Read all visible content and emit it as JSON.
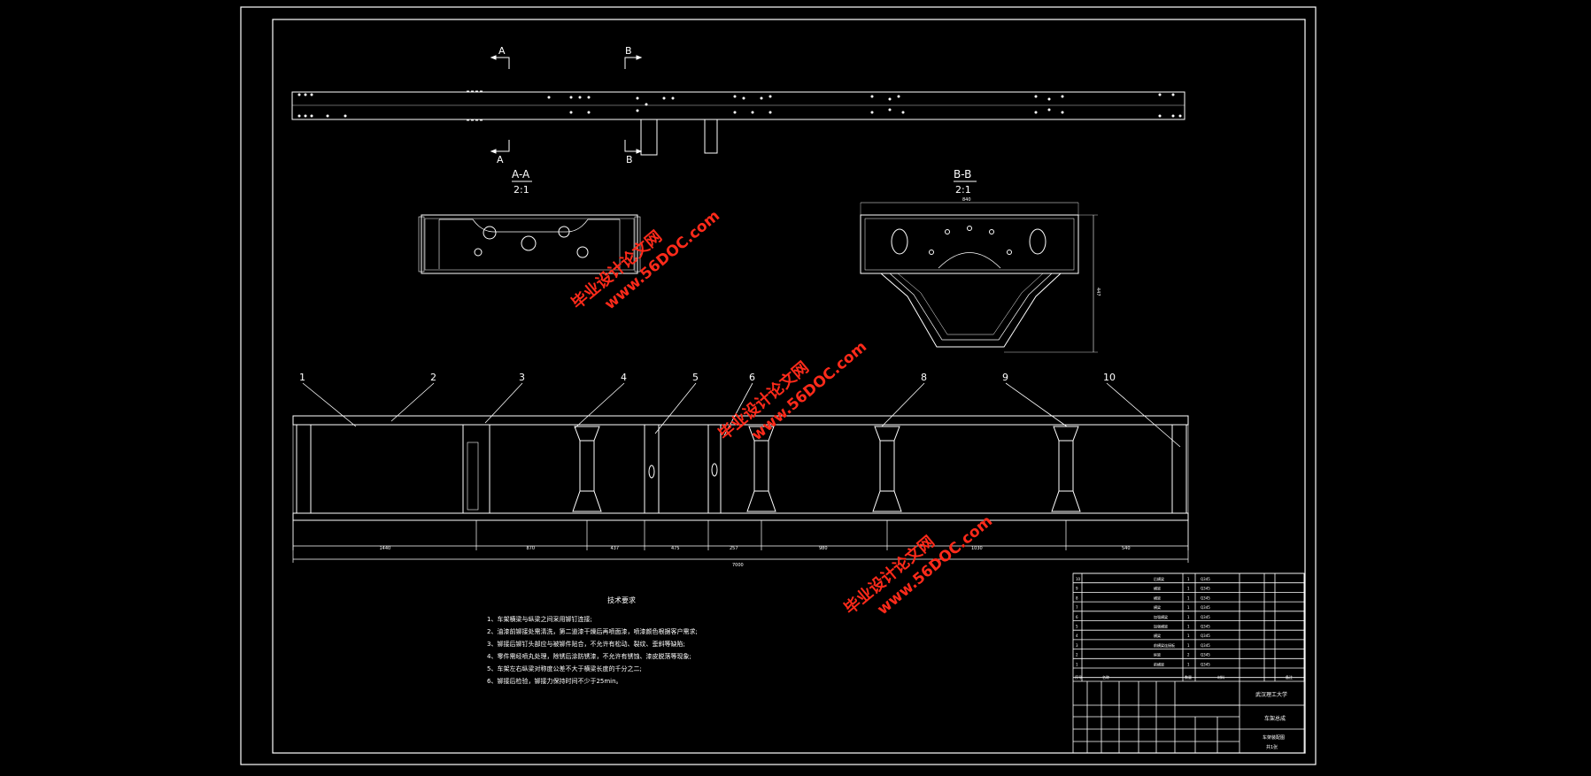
{
  "section_markers": {
    "a": "A",
    "b": "B"
  },
  "views": {
    "aa_title": "A-A",
    "aa_scale": "2:1",
    "bb_title": "B-B",
    "bb_scale": "2:1",
    "bb_width_dim": "840",
    "bb_height_dim": "447"
  },
  "balloons": [
    "1",
    "2",
    "3",
    "4",
    "5",
    "6",
    "8",
    "9",
    "10"
  ],
  "dimensions": {
    "segments": [
      "1440",
      "870",
      "437",
      "475",
      "257",
      "980",
      "1030",
      "540"
    ],
    "overall": "7000"
  },
  "technical_requirements": {
    "title": "技术要求",
    "items": [
      "1、车架横梁与纵梁之间采用铆钉连接;",
      "2、油漆前铆接处需清洗，第二道漆干燥后再喷面漆，喷漆颜色根据客户需求;",
      "3、铆接后铆钉头部应与被铆件贴合，不允许有松动、裂纹、歪斜等缺陷;",
      "4、零件需经喷丸处理，除锈后涂防锈漆，不允许有锈蚀、漆皮脱落等现象;",
      "5、车架左右纵梁对称度公差不大于横梁长度的千分之二;",
      "6、铆接后检验，铆接力保持时间不少于25min。"
    ]
  },
  "bom": {
    "rows": [
      {
        "no": "10",
        "name": "后横梁",
        "qty": "1",
        "material": "Q345"
      },
      {
        "no": "9",
        "name": "横梁",
        "qty": "1",
        "material": "Q345"
      },
      {
        "no": "8",
        "name": "横梁",
        "qty": "1",
        "material": "Q345"
      },
      {
        "no": "7",
        "name": "横梁",
        "qty": "1",
        "material": "Q345"
      },
      {
        "no": "6",
        "name": "加强横梁",
        "qty": "1",
        "material": "Q345"
      },
      {
        "no": "5",
        "name": "加强横梁",
        "qty": "1",
        "material": "Q345"
      },
      {
        "no": "4",
        "name": "横梁",
        "qty": "1",
        "material": "Q345"
      },
      {
        "no": "3",
        "name": "前横梁连接板",
        "qty": "1",
        "material": "Q345"
      },
      {
        "no": "2",
        "name": "纵梁",
        "qty": "2",
        "material": "Q345"
      },
      {
        "no": "1",
        "name": "前横梁",
        "qty": "1",
        "material": "Q345"
      }
    ],
    "header": {
      "no": "序号",
      "name": "名称",
      "qty": "数量",
      "material": "材料",
      "note": "备注"
    }
  },
  "title_block": {
    "school": "武汉理工大学",
    "drawing_name": "车架总成",
    "drawing_no": "车架装配图",
    "sheet": "共1张"
  },
  "watermark": {
    "line1": "毕业设计论文网",
    "line2": "www.56DOC.com"
  },
  "colors": {
    "background": "#000000",
    "line": "#ffffff",
    "watermark": "#ff2a1a"
  }
}
